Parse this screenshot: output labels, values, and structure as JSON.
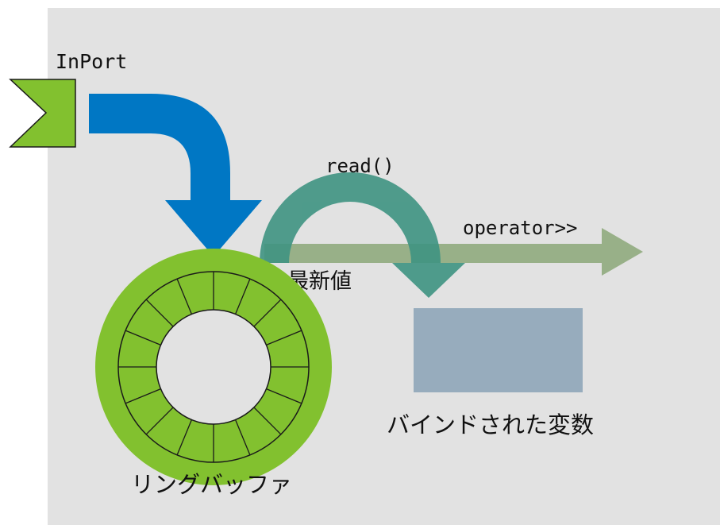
{
  "labels": {
    "inport": "InPort",
    "read": "read()",
    "operator": "operator>>",
    "latest": "最新値",
    "bound_variable": "バインドされた変数",
    "ring_buffer": "リングバッファ"
  },
  "colors": {
    "background": "#e2e2e2",
    "port": "#82c12f",
    "flow_arrow": "#0077c4",
    "read_arrow": "#3f9482",
    "operator_arrow": "#98b088",
    "ring": "#82c12f",
    "variable_box": "#97acbd"
  },
  "ring_buffer": {
    "segments": 16
  }
}
